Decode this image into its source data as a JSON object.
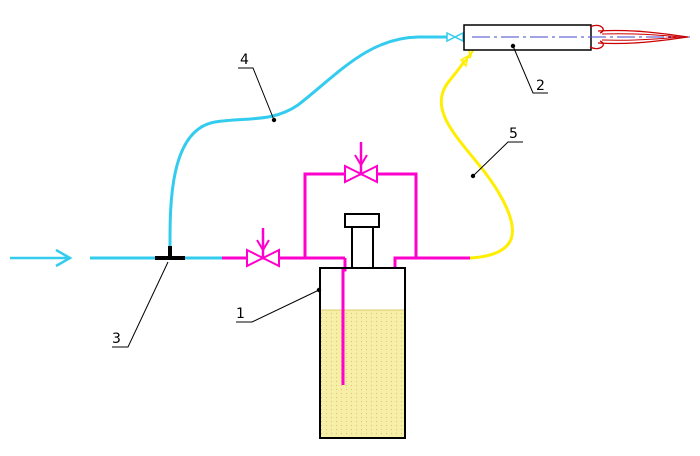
{
  "colors": {
    "gas_line": "#33ccee",
    "liquid_line": "#ff00cc",
    "output_line": "#ffee00",
    "liquid_fill": "#f7eea8",
    "liquid_dots": "#d9cd6a",
    "outline": "#000000",
    "flame": "#cc0000",
    "axis": "#4444cc",
    "background": "#ffffff"
  },
  "callouts": [
    {
      "id": "1",
      "text": "1",
      "part": "container-vessel"
    },
    {
      "id": "2",
      "text": "2",
      "part": "burner-nozzle"
    },
    {
      "id": "3",
      "text": "3",
      "part": "tee-junction"
    },
    {
      "id": "4",
      "text": "4",
      "part": "gas-hose"
    },
    {
      "id": "5",
      "text": "5",
      "part": "mixture-hose"
    }
  ],
  "flow_direction": "inlet-arrow-left-to-right",
  "icons": {
    "inlet_arrow": "arrow-right-icon",
    "valve": "valve-icon",
    "flame": "flame-icon"
  }
}
